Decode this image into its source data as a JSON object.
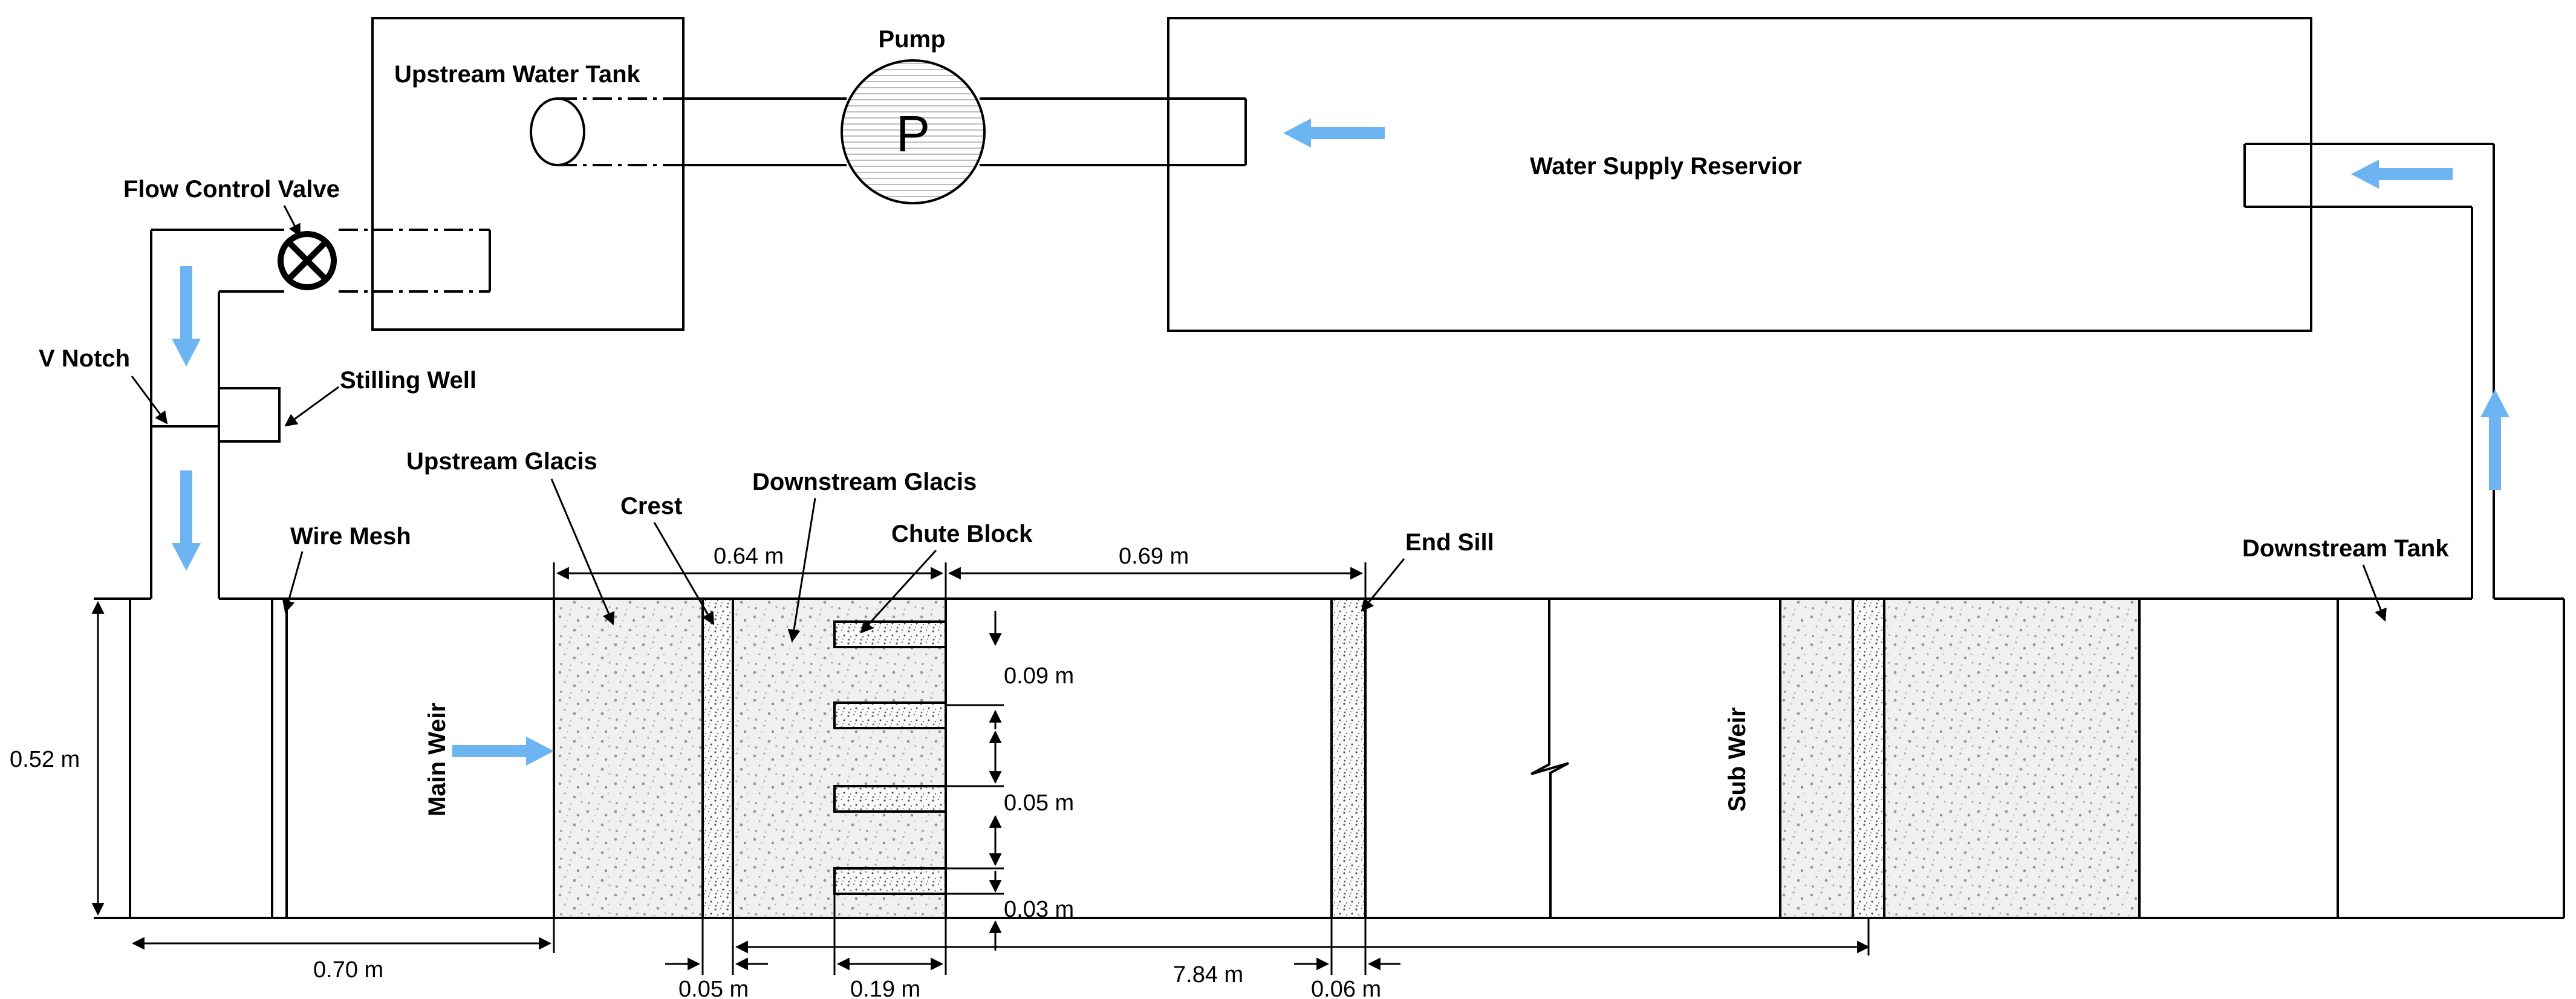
{
  "labels": {
    "pump": "Pump",
    "pump_letter": "P",
    "upstream_tank": "Upstream Water Tank",
    "reservoir": "Water Supply Reservior",
    "flow_valve": "Flow Control Valve",
    "v_notch": "V Notch",
    "stilling_well": "Stilling Well",
    "upstream_glacis": "Upstream Glacis",
    "crest": "Crest",
    "downstream_glacis": "Downstream Glacis",
    "chute_block": "Chute Block",
    "wire_mesh": "Wire Mesh",
    "end_sill": "End Sill",
    "downstream_tank": "Downstream Tank",
    "main_weir": "Main Weir",
    "sub_weir": "Sub Weir"
  },
  "dimensions": {
    "glacis_width": "0.64 m",
    "basin_length": "0.69 m",
    "block_gap_top": "0.09 m",
    "block_gap_mid": "0.05 m",
    "block_gap_bottom": "0.03 m",
    "height": "0.52 m",
    "inlet_length": "0.70 m",
    "crest_width": "0.05 m",
    "block_length": "0.19 m",
    "total_length": "7.84 m",
    "sill_width": "0.06 m"
  },
  "colors": {
    "flow_arrow": "#6cb4f2",
    "line": "#000000",
    "fill_speckle": "#e6e6e6"
  }
}
